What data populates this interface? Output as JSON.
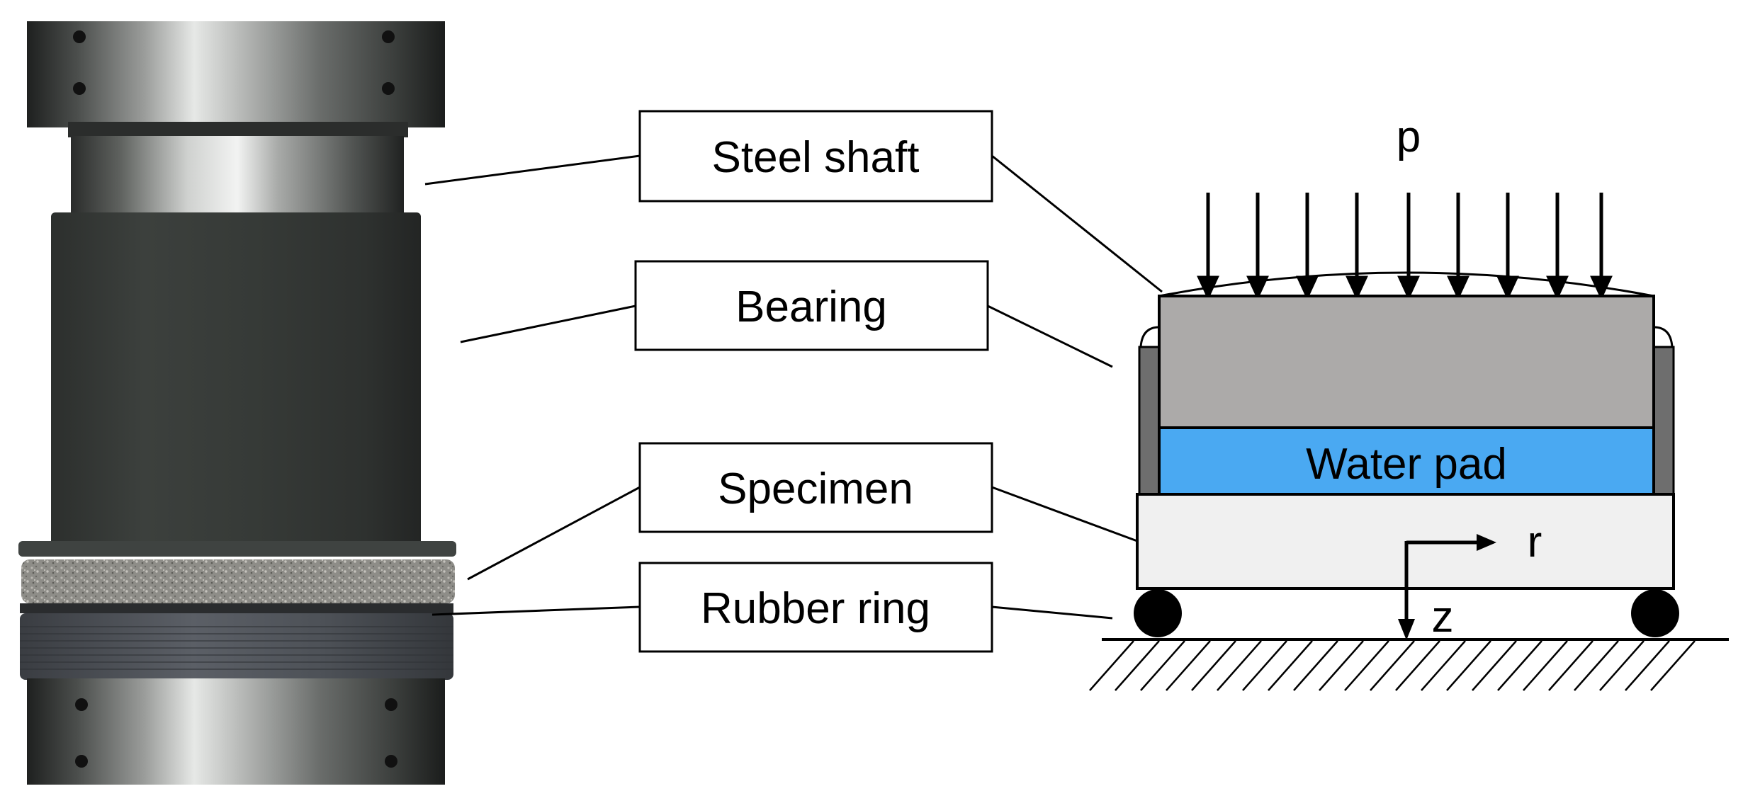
{
  "labels": {
    "steel_shaft": "Steel shaft",
    "bearing": "Bearing",
    "specimen": "Specimen",
    "rubber_ring": "Rubber ring"
  },
  "schematic": {
    "load_symbol": "p",
    "water_pad": "Water pad",
    "axis_r": "r",
    "axis_z": "z"
  },
  "colors": {
    "steel_dark": "#2f3330",
    "steel_light": "#c8cac8",
    "bearing_body": "#3a3d3a",
    "specimen_gray": "#8c8c88",
    "rubber": "#4b4f55",
    "shaft_gray_block": "#acaaa9",
    "water_blue": "#4aa9f2",
    "specimen_box": "#f0f0f0",
    "side_walls": "#6e6e6e"
  }
}
